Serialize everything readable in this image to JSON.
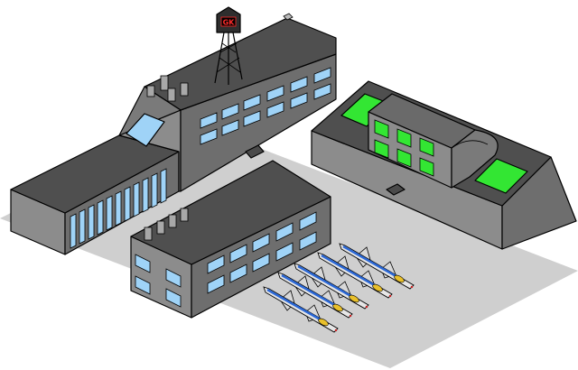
{
  "scene": {
    "type": "isometric-military-base",
    "colors": {
      "ground": "#cfcfcf",
      "roof": "#4f4f4f",
      "wall_dark": "#6e6e6e",
      "wall_mid": "#8c8c8c",
      "wall_light": "#b4b4b4",
      "window_blue": "#9fd3f7",
      "window_green": "#33e633",
      "tower_label": "#ff2a2a",
      "jet_stripe": "#2b68d6",
      "jet_cockpit": "#e9c02b"
    },
    "buildings": [
      {
        "name": "headquarters",
        "feature": "radio-tower"
      },
      {
        "name": "barracks"
      },
      {
        "name": "hangar"
      }
    ],
    "tower": {
      "label": "GK"
    },
    "jets": {
      "count": 5
    }
  }
}
